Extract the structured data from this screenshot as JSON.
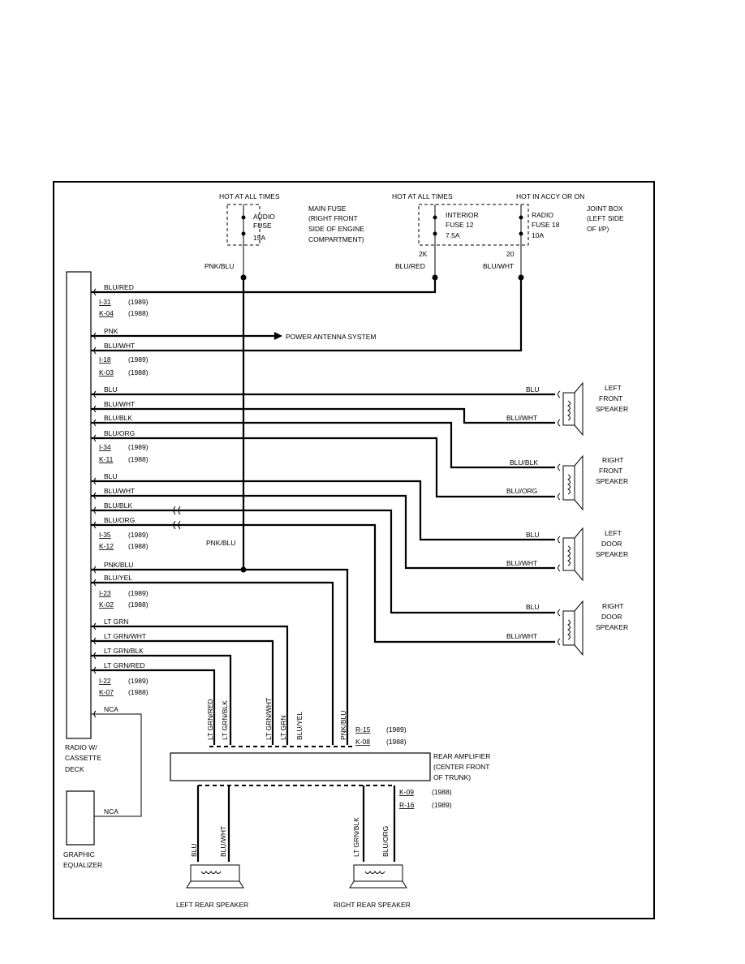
{
  "fuses": {
    "audio": {
      "hot": "HOT AT ALL TIMES",
      "l1": "AUDIO",
      "l2": "FUSE",
      "l3": "15A",
      "wire": "PNK/BLU",
      "note": [
        "MAIN FUSE",
        "(RIGHT FRONT",
        "SIDE OF ENGINE",
        "COMPARTMENT)"
      ]
    },
    "interior": {
      "hot": "HOT AT ALL TIMES",
      "l1": "INTERIOR",
      "l2": "FUSE 12",
      "l3": "7.5A",
      "pin": "2K",
      "wire": "BLU/RED"
    },
    "radio": {
      "hot": "HOT IN ACCY OR ON",
      "l1": "RADIO",
      "l2": "FUSE 18",
      "l3": "10A",
      "pin": "20",
      "wire": "BLU/WHT",
      "note": [
        "JOINT BOX",
        "(LEFT SIDE",
        "OF I/P)"
      ]
    }
  },
  "radio_wires": [
    {
      "label": "BLU/RED"
    },
    {
      "label": "PNK"
    },
    {
      "label": "BLU/WHT"
    },
    {
      "label": "BLU"
    },
    {
      "label": "BLU/WHT"
    },
    {
      "label": "BLU/BLK"
    },
    {
      "label": "BLU/ORG"
    },
    {
      "label": "BLU"
    },
    {
      "label": "BLU/WHT"
    },
    {
      "label": "BLU/BLK"
    },
    {
      "label": "BLU/ORG"
    },
    {
      "label": "PNK/BLU"
    },
    {
      "label": "BLU/YEL"
    },
    {
      "label": "LT GRN"
    },
    {
      "label": "LT GRN/WHT"
    },
    {
      "label": "LT GRN/BLK"
    },
    {
      "label": "LT GRN/RED"
    },
    {
      "label": "NCA"
    }
  ],
  "connectors": [
    {
      "a": "I-31",
      "ay": "(1989)",
      "b": "K-04",
      "by": "(1988)"
    },
    {
      "a": "I-18",
      "ay": "(1989)",
      "b": "K-03",
      "by": "(1988)"
    },
    {
      "a": "I-34",
      "ay": "(1989)",
      "b": "K-11",
      "by": "(1988)"
    },
    {
      "a": "I-35",
      "ay": "(1989)",
      "b": "K-12",
      "by": "(1988)"
    },
    {
      "a": "I-23",
      "ay": "(1989)",
      "b": "K-02",
      "by": "(1988)"
    },
    {
      "a": "I-22",
      "ay": "(1989)",
      "b": "K-07",
      "by": "(1988)"
    }
  ],
  "antenna": "POWER ANTENNA SYSTEM",
  "pnk_blu_mid": "PNK/BLU",
  "speakers": [
    {
      "name1": "LEFT",
      "name2": "FRONT",
      "name3": "SPEAKER",
      "top": "BLU",
      "bottom": "BLU/WHT"
    },
    {
      "name1": "RIGHT",
      "name2": "FRONT",
      "name3": "SPEAKER",
      "top": "BLU/BLK",
      "bottom": "BLU/ORG"
    },
    {
      "name1": "LEFT",
      "name2": "DOOR",
      "name3": "SPEAKER",
      "top": "BLU",
      "bottom": "BLU/WHT"
    },
    {
      "name1": "RIGHT",
      "name2": "DOOR",
      "name3": "SPEAKER",
      "top": "BLU",
      "bottom": "BLU/WHT"
    }
  ],
  "radio_unit": [
    "RADIO W/",
    "CASSETTE",
    "DECK"
  ],
  "equalizer": {
    "wire": "NCA",
    "name": [
      "GRAPHIC",
      "EQUALIZER"
    ]
  },
  "amp": {
    "name": [
      "REAR AMPLIFIER",
      "(CENTER FRONT",
      "OF TRUNK)"
    ],
    "inputs": [
      "LT GRN/RED",
      "LT GRN/BLK",
      "LT GRN/WHT",
      "LT GRN",
      "BLU/YEL",
      "PNK/BLU"
    ],
    "conn_top": {
      "a": "R-15",
      "ay": "(1989)",
      "b": "K-08",
      "by": "(1988)"
    },
    "conn_bot": {
      "a": "K-09",
      "ay": "(1988)",
      "b": "R-16",
      "by": "(1989)"
    }
  },
  "rear_speakers": [
    {
      "name": "LEFT REAR SPEAKER",
      "w1": "BLU",
      "w2": "BLU/WHT"
    },
    {
      "name": "RIGHT REAR SPEAKER",
      "w1": "LT GRN/BLK",
      "w2": "BLU/ORG"
    }
  ]
}
